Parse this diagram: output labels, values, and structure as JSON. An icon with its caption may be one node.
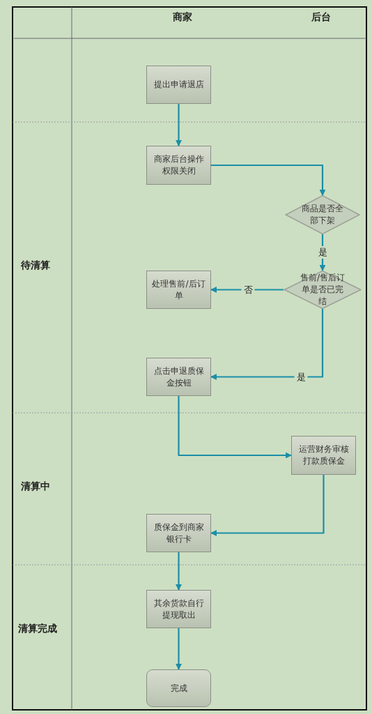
{
  "diagram": {
    "nodes": [
      {
        "text": [
          "提出申请退店"
        ]
      },
      {
        "text": [
          "商家后台操作权限关闭"
        ]
      },
      {
        "text": [
          "商品是否全部下架"
        ]
      },
      {
        "text": [
          "售前/售后订单是否已完结"
        ]
      },
      {
        "text": [
          "处理售前/后订单"
        ]
      },
      {
        "text": [
          "点击申退质保金按钮"
        ]
      },
      {
        "text": [
          "运营财务审核打款质保金"
        ]
      },
      {
        "text": [
          "质保金到商家银行卡"
        ]
      },
      {
        "text": [
          "其余货款自行提现取出"
        ]
      },
      {
        "text": [
          "完成"
        ]
      }
    ],
    "edges": [
      {
        "from": 0,
        "to": 1,
        "arrow": "to"
      },
      {
        "from": 1,
        "to": 2,
        "arrow": "to"
      },
      {
        "from": 2,
        "to": 3,
        "arrow": "to",
        "label": "是"
      },
      {
        "from": 3,
        "to": 4,
        "arrow": "to",
        "label": "否"
      },
      {
        "from": 3,
        "to": 5,
        "arrow": "to",
        "label": "是"
      },
      {
        "from": 5,
        "to": 6,
        "arrow": "to"
      },
      {
        "from": 6,
        "to": 7,
        "arrow": "to"
      },
      {
        "from": 7,
        "to": 8,
        "arrow": "to"
      },
      {
        "from": 8,
        "to": 9,
        "arrow": "to"
      }
    ],
    "labels": [
      "商家",
      "后台",
      "待清算",
      "清算中",
      "清算完成"
    ]
  }
}
